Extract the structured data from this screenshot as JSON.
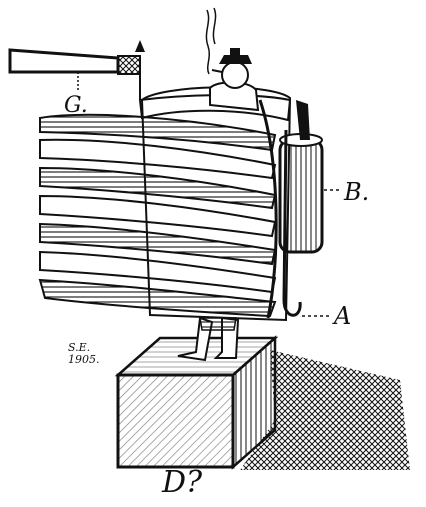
{
  "labels": {
    "g": "G.",
    "b": "B.",
    "a": "A",
    "d": "D?"
  },
  "signature": {
    "initials": "S.E.",
    "year": "1905."
  },
  "colors": {
    "ink": "#111111",
    "paper": "#ffffff"
  }
}
